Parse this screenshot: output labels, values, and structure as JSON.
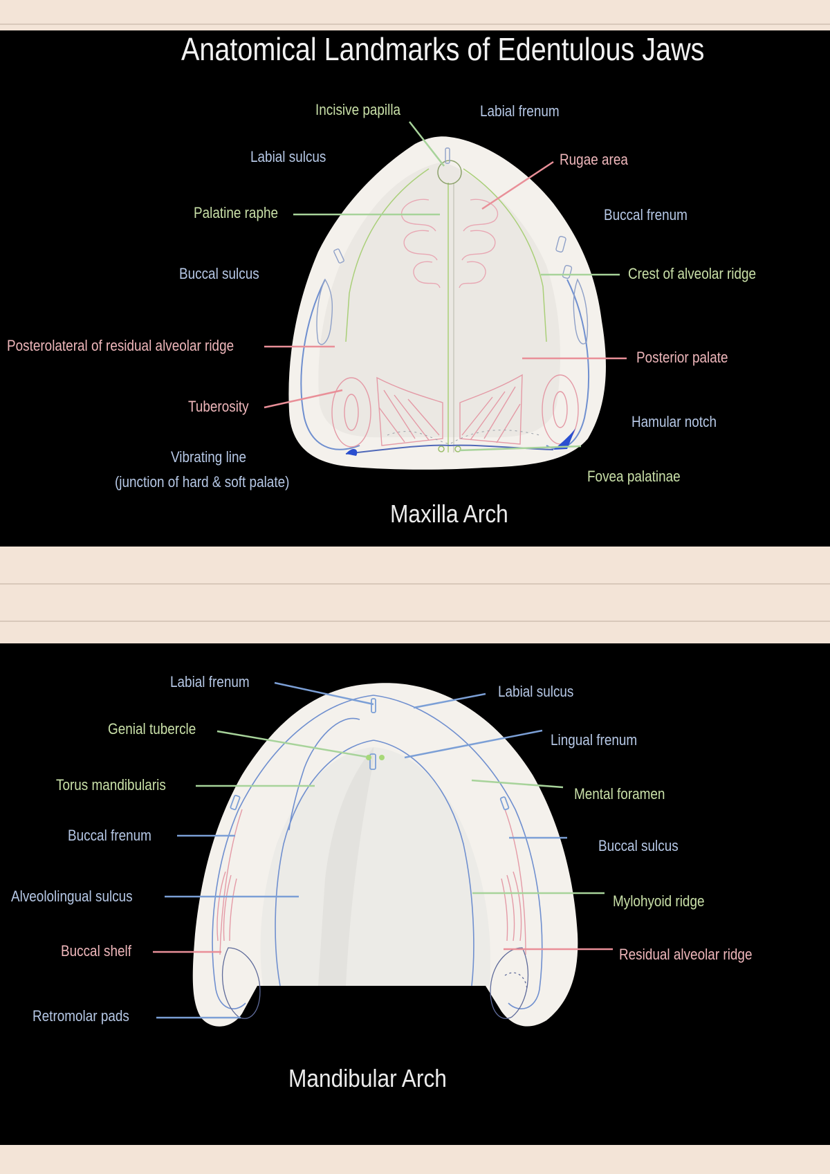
{
  "colors": {
    "page_background": "#f3e4d7",
    "panel_background": "#000000",
    "label_green": "#c9e0a8",
    "label_blue": "#b6c8e6",
    "label_pink": "#efb7bb",
    "leader_green": "#a7d39a",
    "leader_blue": "#7b9fd6",
    "leader_pink": "#e98f98"
  },
  "maxilla": {
    "title": "Anatomical Landmarks of Edentulous Jaws",
    "caption": "Maxilla Arch",
    "labels": {
      "incisive_papilla": "Incisive papilla",
      "labial_frenum": "Labial frenum",
      "labial_sulcus": "Labial sulcus",
      "rugae_area": "Rugae area",
      "palatine_raphe": "Palatine raphe",
      "buccal_frenum": "Buccal frenum",
      "buccal_sulcus": "Buccal sulcus",
      "crest_of_alveolar_ridge": "Crest of alveolar ridge",
      "posterolateral_residual_ridge": "Posterolateral of residual alveolar ridge",
      "posterior_palate": "Posterior palate",
      "tuberosity": "Tuberosity",
      "hamular_notch": "Hamular notch",
      "vibrating_line": "Vibrating line",
      "vibrating_line_note": "(junction of hard & soft palate)",
      "fovea_palatinae": "Fovea palatinae"
    }
  },
  "mandible": {
    "caption": "Mandibular Arch",
    "labels": {
      "labial_frenum": "Labial frenum",
      "labial_sulcus": "Labial sulcus",
      "genial_tubercle": "Genial tubercle",
      "lingual_frenum": "Lingual frenum",
      "torus_mandibularis": "Torus mandibularis",
      "mental_foramen": "Mental foramen",
      "buccal_frenum": "Buccal frenum",
      "buccal_sulcus": "Buccal sulcus",
      "alveololingual_sulcus": "Alveololingual sulcus",
      "mylohyoid_ridge": "Mylohyoid ridge",
      "buccal_shelf": "Buccal shelf",
      "residual_alveolar_ridge": "Residual alveolar ridge",
      "retromolar_pads": "Retromolar pads"
    }
  }
}
